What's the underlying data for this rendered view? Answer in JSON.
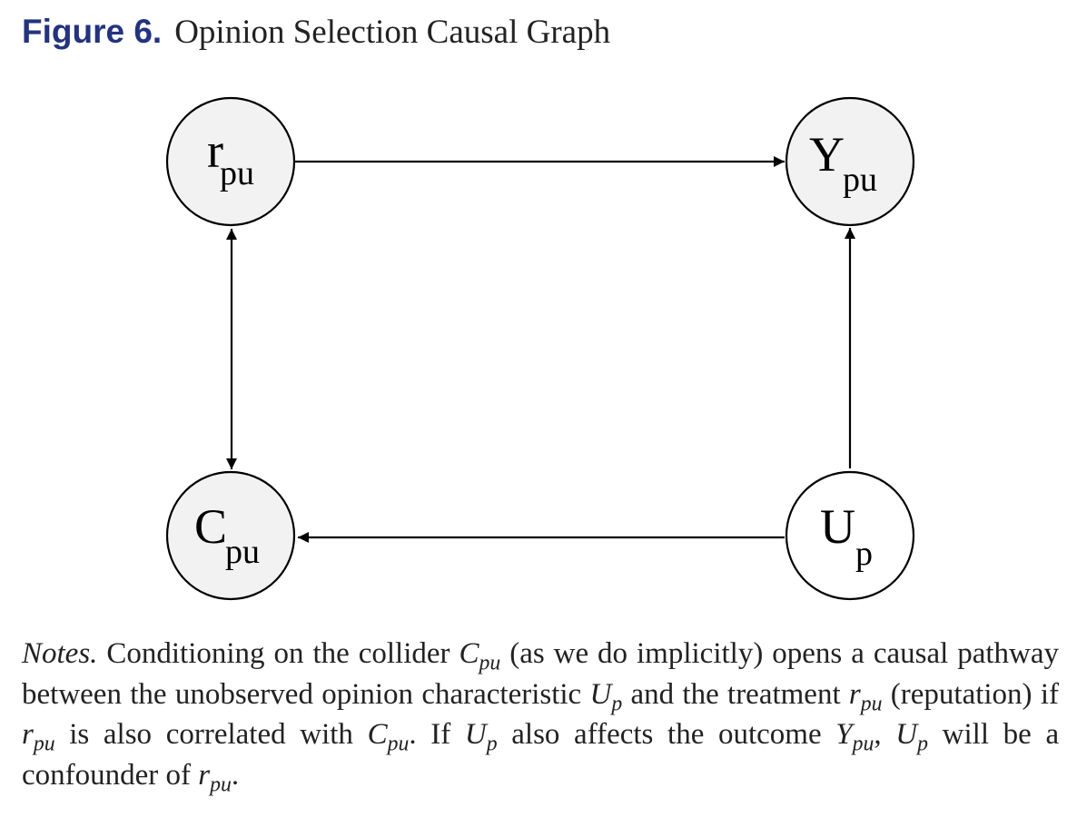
{
  "figure": {
    "label": "Figure 6.",
    "title": "Opinion Selection Causal Graph"
  },
  "nodes": {
    "r": {
      "main": "r",
      "sub": "pu"
    },
    "y": {
      "main": "Y",
      "sub": "pu"
    },
    "c": {
      "main": "C",
      "sub": "pu"
    },
    "u": {
      "main": "U",
      "sub": "p"
    }
  },
  "notes": {
    "label": "Notes.",
    "t1": "Conditioning on the collider",
    "v1": "C",
    "v1s": "pu",
    "t2": "(as we do implicitly) opens a causal pathway between the unobserved opinion characteristic",
    "v2": "U",
    "v2s": "p",
    "t3": "and the treatment",
    "v3": "r",
    "v3s": "pu",
    "t4": "(reputation) if",
    "v4": "r",
    "v4s": "pu",
    "t5": "is also correlated with",
    "v5": "C",
    "v5s": "pu",
    "t6": ". If",
    "v6": "U",
    "v6s": "p",
    "t7": "also affects the outcome",
    "v7": "Y",
    "v7s": "pu",
    "t8": ",",
    "v8": "U",
    "v8s": "p",
    "t9": "will be a confounder of",
    "v9": "r",
    "v9s": "pu",
    "t10": "."
  }
}
